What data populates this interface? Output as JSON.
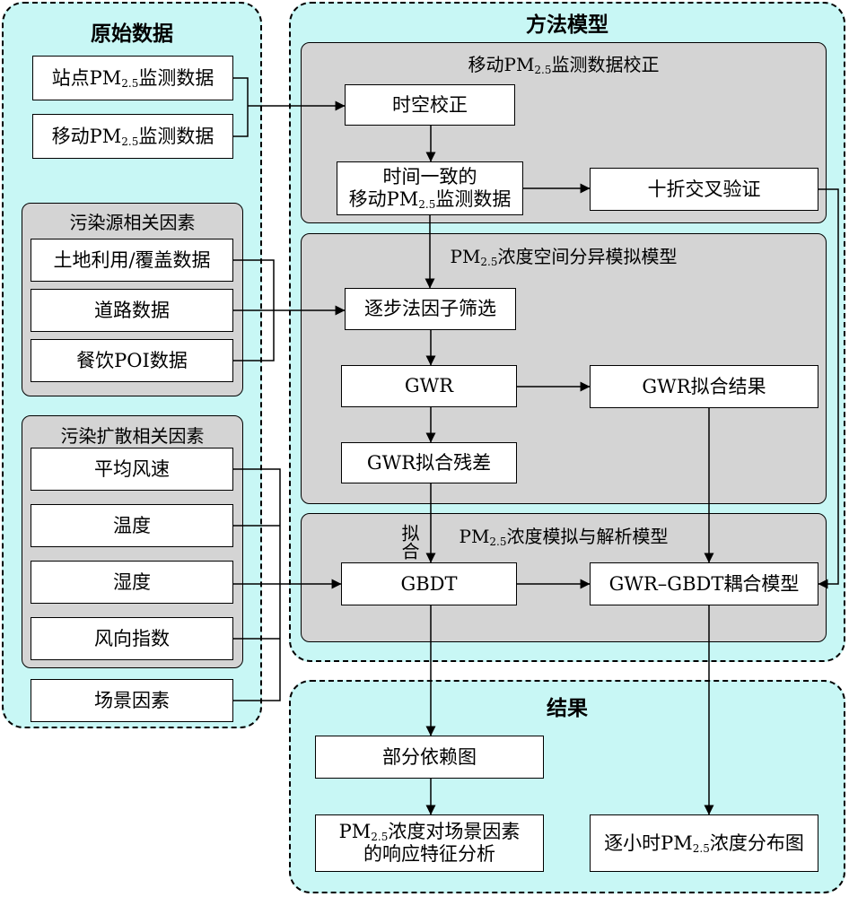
{
  "panels": {
    "raw_data": "原始数据",
    "methods": "方法模型",
    "results": "结果"
  },
  "groups": {
    "calibration": {
      "pre": "移动PM",
      "sub": "2.5",
      "post": "监测数据校正"
    },
    "spatial": {
      "pre": "PM",
      "sub": "2.5",
      "post": "浓度空间分异模拟模型"
    },
    "simulation": {
      "pre": "PM",
      "sub": "2.5",
      "post": "浓度模拟与解析模型"
    },
    "pollution_source": "污染源相关因素",
    "diffusion": "污染扩散相关因素"
  },
  "nodes": {
    "station": {
      "pre": "站点PM",
      "sub": "2.5",
      "post": "监测数据"
    },
    "mobile": {
      "pre": "移动PM",
      "sub": "2.5",
      "post": "监测数据"
    },
    "land_use": "土地利用/覆盖数据",
    "road": "道路数据",
    "catering": "餐饮POI数据",
    "wind_speed": "平均风速",
    "temperature": "温度",
    "humidity": "湿度",
    "wind_direction": "风向指数",
    "scene": "场景因素",
    "spatiotemporal": "时空校正",
    "consistent": {
      "line1": "时间一致的",
      "pre": "移动PM",
      "sub": "2.5",
      "post": "监测数据"
    },
    "cross_validation": "十折交叉验证",
    "stepwise": "逐步法因子筛选",
    "gwr": "GWR",
    "gwr_fit": "GWR拟合结果",
    "gwr_residual": "GWR拟合残差",
    "gbdt": "GBDT",
    "coupled": "GWR–GBDT耦合模型",
    "pdp": "部分依赖图",
    "response": {
      "pre": "PM",
      "sub": "2.5",
      "post": "浓度对场景因素",
      "line2": "的响应特征分析"
    },
    "hourly": {
      "pre": "逐小时PM",
      "sub": "2.5",
      "post": "浓度分布图"
    }
  },
  "edge_labels": {
    "fit": "拟合"
  }
}
